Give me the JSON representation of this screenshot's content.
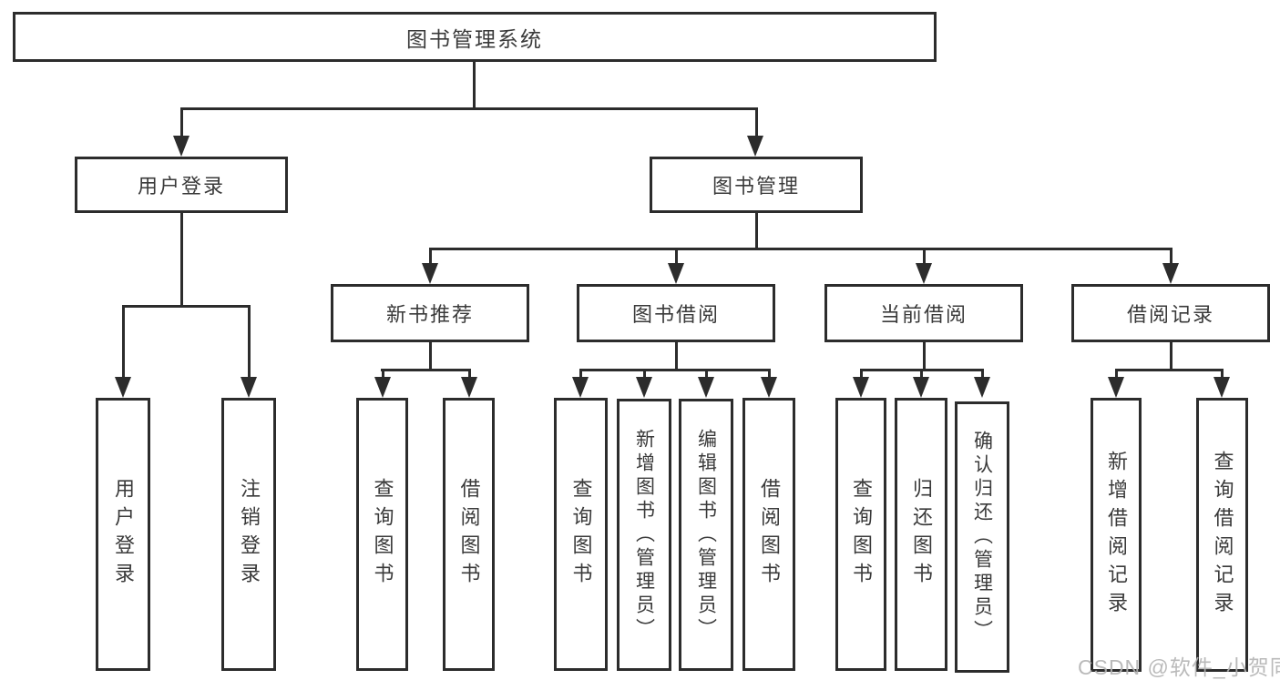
{
  "tree": {
    "label": "图书管理系统",
    "children": [
      {
        "label": "用户登录",
        "children": [
          {
            "label": "用户登录"
          },
          {
            "label": "注销登录"
          }
        ]
      },
      {
        "label": "图书管理",
        "children": [
          {
            "label": "新书推荐",
            "children": [
              {
                "label": "查询图书"
              },
              {
                "label": "借阅图书"
              }
            ]
          },
          {
            "label": "图书借阅",
            "children": [
              {
                "label": "查询图书"
              },
              {
                "label": "新增图书（管理员）"
              },
              {
                "label": "编辑图书（管理员）"
              },
              {
                "label": "借阅图书"
              }
            ]
          },
          {
            "label": "当前借阅",
            "children": [
              {
                "label": "查询图书"
              },
              {
                "label": "归还图书"
              },
              {
                "label": "确认归还（管理员）"
              }
            ]
          },
          {
            "label": "借阅记录",
            "children": [
              {
                "label": "新增借阅记录"
              },
              {
                "label": "查询借阅记录"
              }
            ]
          }
        ]
      }
    ]
  },
  "watermark": {
    "text": "CSDN @软件_小贺同学"
  },
  "colors": {
    "line": "#2c2c2c",
    "box_border": "#2c2c2c",
    "text": "#3a3a3a",
    "watermark": "#b2b2b2",
    "background": "#ffffff"
  }
}
